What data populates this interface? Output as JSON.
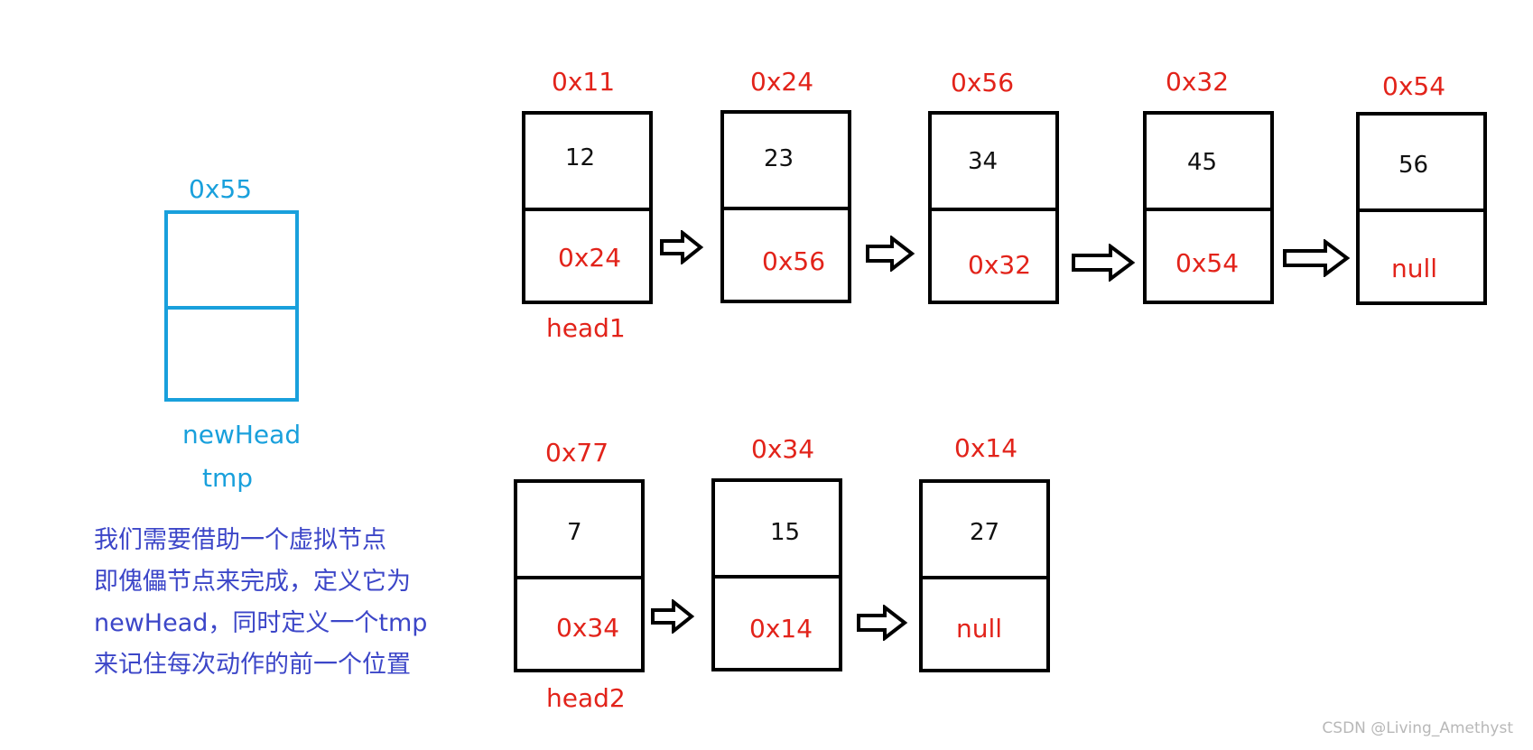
{
  "list1": {
    "head_label": "head1",
    "nodes": [
      {
        "address": "0x11",
        "val": "12",
        "next": "0x24"
      },
      {
        "address": "0x24",
        "val": "23",
        "next": "0x56"
      },
      {
        "address": "0x56",
        "val": "34",
        "next": "0x32"
      },
      {
        "address": "0x32",
        "val": "45",
        "next": "0x54"
      },
      {
        "address": "0x54",
        "val": "56",
        "next": "null"
      }
    ]
  },
  "list2": {
    "head_label": "head2",
    "nodes": [
      {
        "address": "0x77",
        "val": "7",
        "next": "0x34"
      },
      {
        "address": "0x34",
        "val": "15",
        "next": "0x14"
      },
      {
        "address": "0x14",
        "val": "27",
        "next": "null"
      }
    ]
  },
  "dummy": {
    "address": "0x55",
    "labels": [
      "newHead",
      "tmp"
    ]
  },
  "note_lines": [
    "我们需要借助一个虚拟节点",
    "即傀儡节点来完成，定义它为",
    "newHead，同时定义一个tmp",
    "来记住每次动作的前一个位置"
  ],
  "watermark": "CSDN @Living_Amethyst",
  "colors": {
    "address": "#e2231a",
    "value": "#111111",
    "dummy": "#19a0dc",
    "note": "#3c46c8",
    "border": "#000000"
  }
}
